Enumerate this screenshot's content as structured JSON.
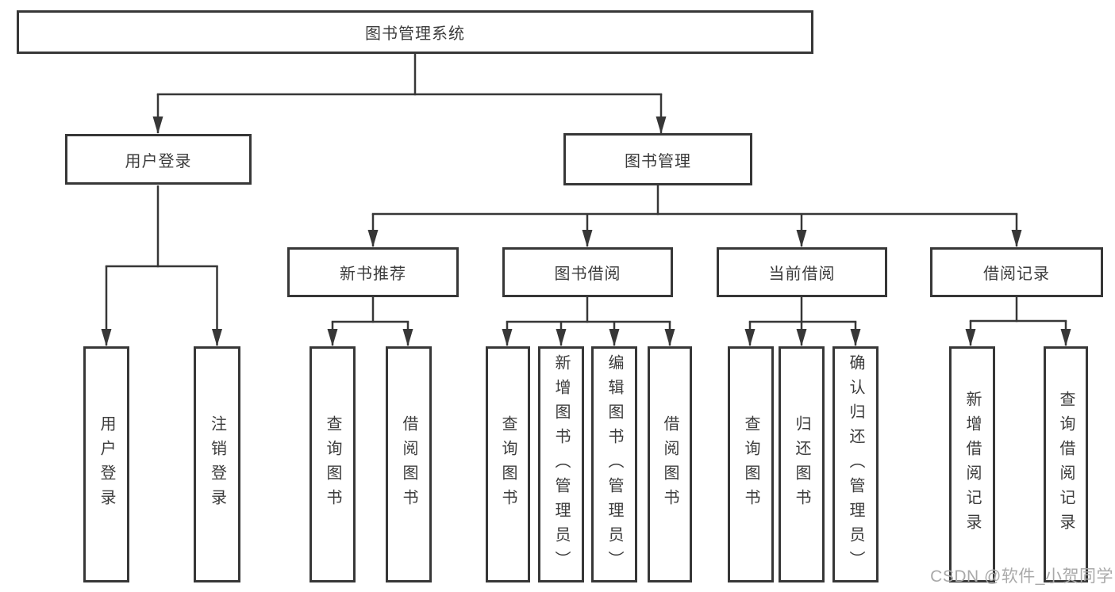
{
  "meta": {
    "diagram_type": "tree",
    "colors": {
      "line": "#373737",
      "node_border": "#373737",
      "text": "#3c3c3c",
      "watermark": "#a9a9a9",
      "background": "#ffffff"
    }
  },
  "tree": {
    "label": "图书管理系统",
    "children": [
      {
        "label": "用户登录",
        "children": [
          {
            "label": "用户登录"
          },
          {
            "label": "注销登录"
          }
        ]
      },
      {
        "label": "图书管理",
        "children": [
          {
            "label": "新书推荐",
            "children": [
              {
                "label": "查询图书"
              },
              {
                "label": "借阅图书"
              }
            ]
          },
          {
            "label": "图书借阅",
            "children": [
              {
                "label": "查询图书"
              },
              {
                "label": "新增图书（管理员）"
              },
              {
                "label": "编辑图书（管理员）"
              },
              {
                "label": "借阅图书"
              }
            ]
          },
          {
            "label": "当前借阅",
            "children": [
              {
                "label": "查询图书"
              },
              {
                "label": "归还图书"
              },
              {
                "label": "确认归还（管理员）"
              }
            ]
          },
          {
            "label": "借阅记录",
            "children": [
              {
                "label": "新增借阅记录"
              },
              {
                "label": "查询借阅记录"
              }
            ]
          }
        ]
      }
    ]
  },
  "watermark": {
    "text": "CSDN @软件_小贺同学"
  }
}
